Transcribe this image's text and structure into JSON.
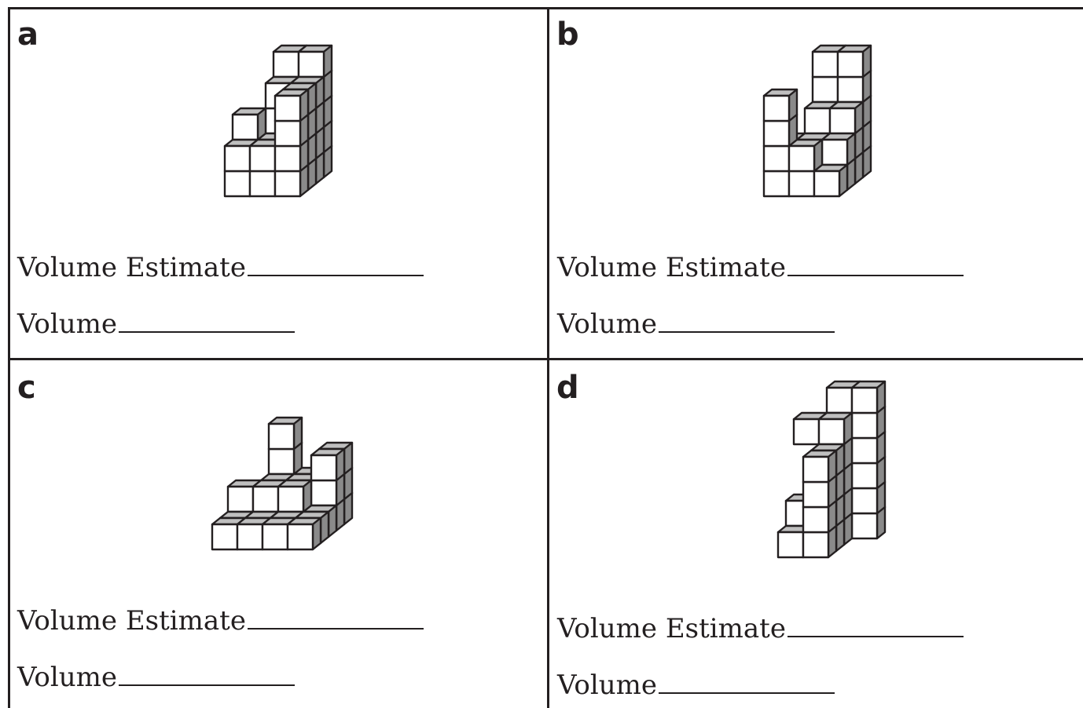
{
  "panels": [
    {
      "id": "a",
      "letter": "a",
      "estimate_label": "Volume Estimate",
      "volume_label": "Volume"
    },
    {
      "id": "b",
      "letter": "b",
      "estimate_label": "Volume Estimate",
      "volume_label": "Volume"
    },
    {
      "id": "c",
      "letter": "c",
      "estimate_label": "Volume Estimate",
      "volume_label": "Volume"
    },
    {
      "id": "d",
      "letter": "d",
      "estimate_label": "Volume Estimate",
      "volume_label": "Volume"
    }
  ],
  "colors": {
    "line": "#231f20",
    "cube_top": "#bfbfbf",
    "cube_side": "#8a8a8a",
    "cube_front": "#ffffff"
  },
  "figures": [
    {
      "name": "block-figure-a"
    },
    {
      "name": "block-figure-b"
    },
    {
      "name": "block-figure-c"
    },
    {
      "name": "block-figure-d"
    }
  ]
}
